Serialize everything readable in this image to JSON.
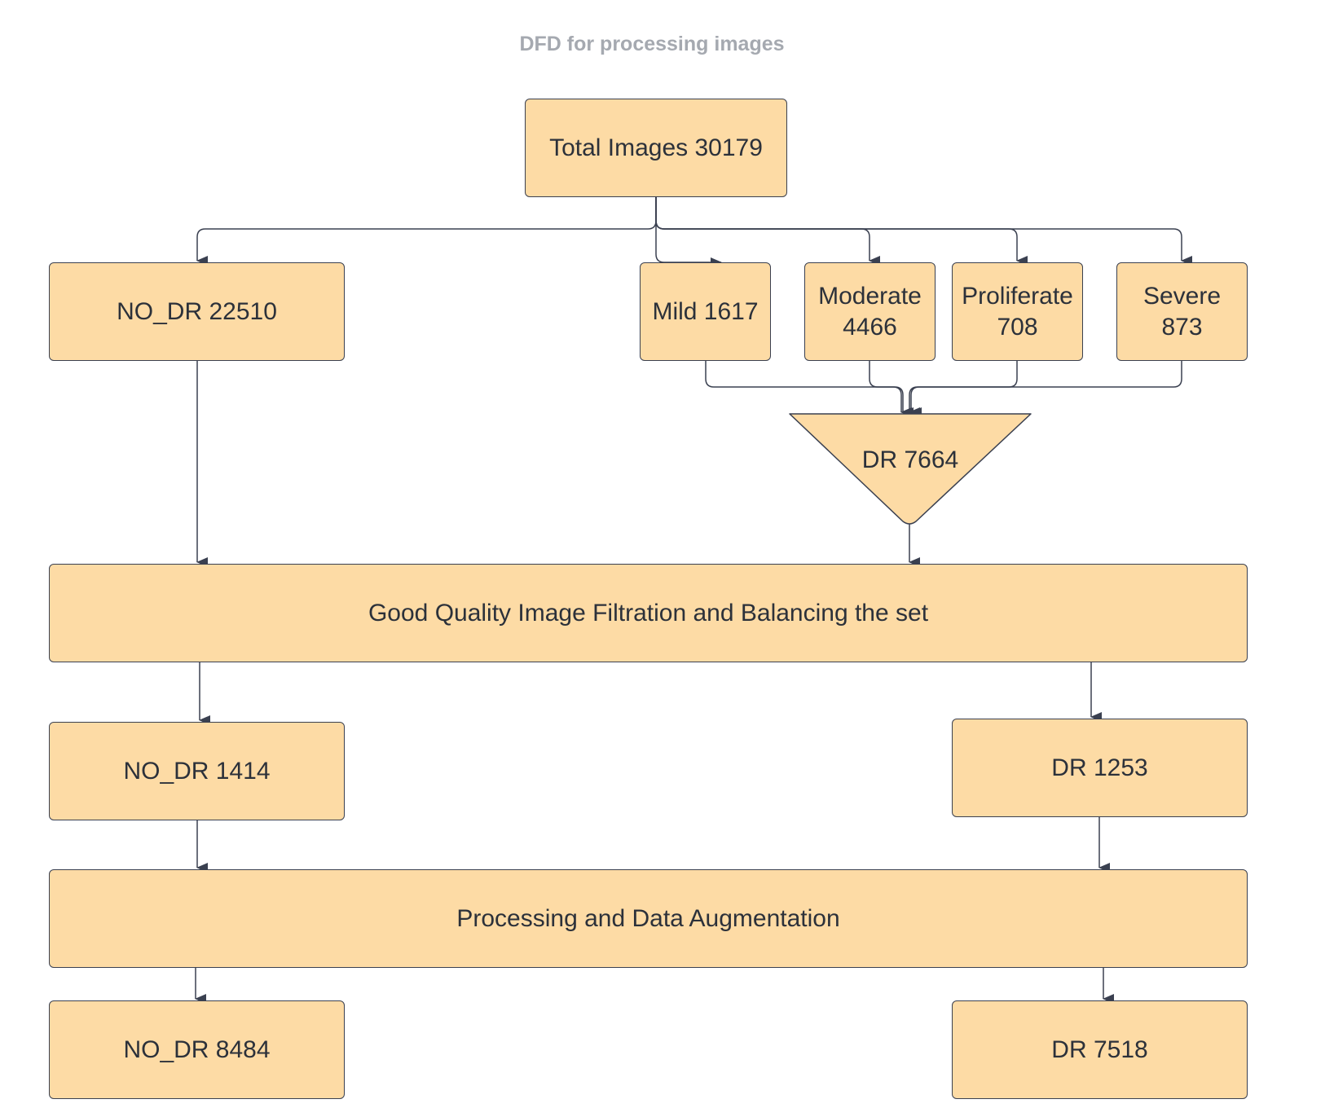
{
  "diagram": {
    "title": "DFD for processing images",
    "nodes": {
      "total": "Total Images 30179",
      "no_dr_all": "NO_DR  22510",
      "mild": "Mild 1617",
      "moderate": "Moderate\n4466",
      "proliferate": "Proliferate\n708",
      "severe": "Severe\n873",
      "dr_merged": "DR 7664",
      "filtration": "Good Quality Image Filtration and Balancing the set",
      "no_dr_filtered": "NO_DR  1414",
      "dr_filtered": "DR  1253",
      "augmentation": "Processing and Data Augmentation",
      "no_dr_final": "NO_DR  8484",
      "dr_final": "DR  7518"
    }
  },
  "colors": {
    "node_fill": "#fddba5",
    "node_border": "#3a4050",
    "connector": "#3a4050",
    "title": "#a5a9b0",
    "text": "#2c313a"
  }
}
